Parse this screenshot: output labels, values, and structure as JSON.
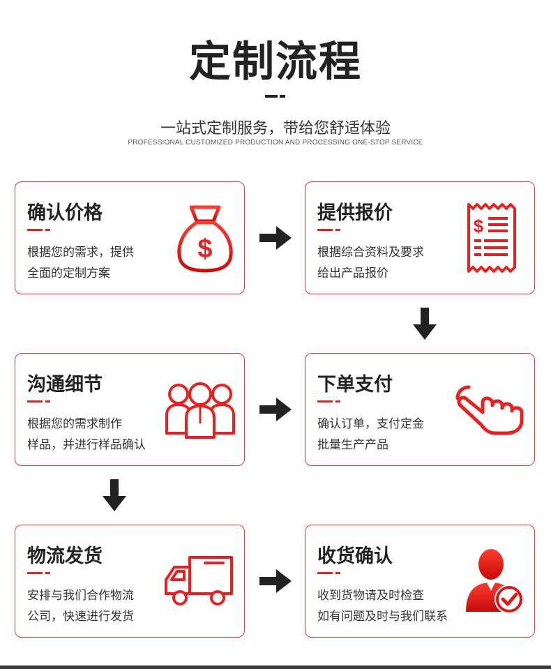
{
  "header": {
    "title": "定制流程",
    "subtitle": "一站式定制服务，带给您舒适体验",
    "subtitle_en": "PROFESSIONAL CUSTOMIZED PRODUCTION AND PROCESSING ONE-STOP SERVICE"
  },
  "steps": [
    {
      "title": "确认价格",
      "line1": "根据您的需求，提供",
      "line2": "全面的定制方案",
      "icon": "money-bag-icon"
    },
    {
      "title": "提供报价",
      "line1": "根据综合资料及要求",
      "line2": "给出产品报价",
      "icon": "receipt-icon"
    },
    {
      "title": "沟通细节",
      "line1": "根据您的需求制作",
      "line2": "样品，并进行样品确认",
      "icon": "team-icon"
    },
    {
      "title": "下单支付",
      "line1": "确认订单，支付定金",
      "line2": "批量生产产品",
      "icon": "hand-click-icon"
    },
    {
      "title": "物流发货",
      "line1": "安排与我们合作物流",
      "line2": "公司，快速进行发货",
      "icon": "truck-icon"
    },
    {
      "title": "收货确认",
      "line1": "收到货物请及时检查",
      "line2": "如有问题及时与我们联系",
      "icon": "user-check-icon"
    }
  ],
  "colors": {
    "accent": "#e52222",
    "text": "#222222",
    "arrow": "#222222"
  }
}
